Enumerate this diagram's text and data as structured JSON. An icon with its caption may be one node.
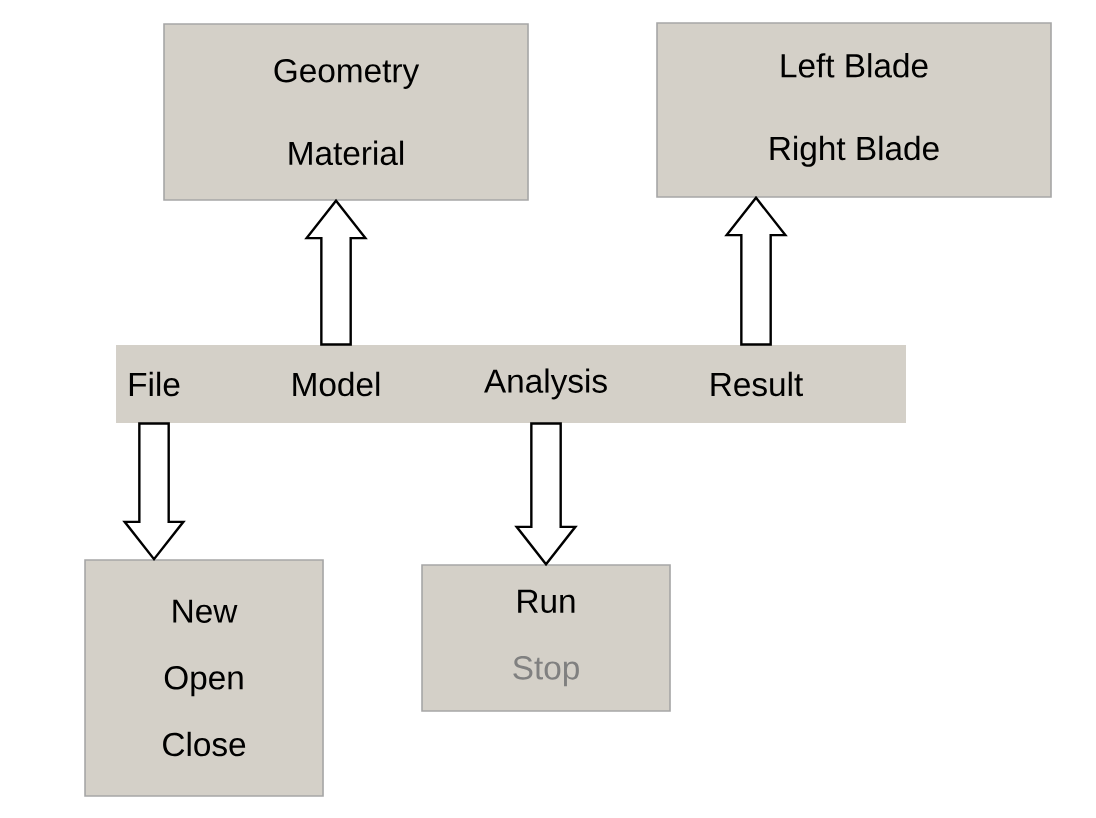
{
  "diagram": {
    "nodes": [
      {
        "text": [
          "Geometry",
          "Material"
        ]
      },
      {
        "text": [
          "Left Blade",
          "Right Blade"
        ]
      },
      {
        "text": [],
        "shape": "bar"
      },
      {
        "text": [
          "File"
        ],
        "in": 2
      },
      {
        "text": [
          "Model"
        ],
        "in": 2
      },
      {
        "text": [
          "Analysis"
        ],
        "in": 2
      },
      {
        "text": [
          "Result"
        ],
        "in": 2
      },
      {
        "text": [
          "New",
          "Open",
          "Close"
        ]
      },
      {
        "text": [
          "Run",
          "Stop"
        ]
      }
    ],
    "edges": [
      {
        "from": 4,
        "to": 0,
        "arrow": "to"
      },
      {
        "from": 6,
        "to": 1,
        "arrow": "to"
      },
      {
        "from": 3,
        "to": 7,
        "arrow": "to"
      },
      {
        "from": 5,
        "to": 8,
        "arrow": "to"
      }
    ]
  }
}
